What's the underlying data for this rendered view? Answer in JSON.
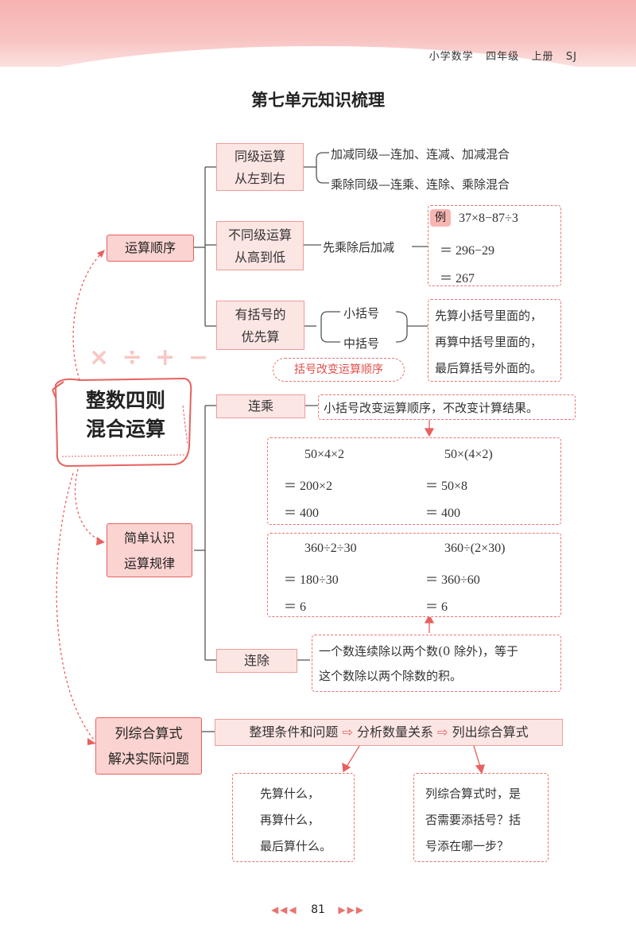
{
  "header": {
    "subject": "小学数学",
    "grade": "四年级",
    "volume": "上册",
    "edition": "SJ"
  },
  "title": "第七单元知识梳理",
  "center": {
    "line1": "整数四则",
    "line2": "混合运算"
  },
  "deco_symbols": "× ÷ + −",
  "branch1": {
    "label": "运算顺序",
    "same_level": {
      "line1": "同级运算",
      "line2": "从左到右",
      "add_sub": "加减同级—连加、连减、加减混合",
      "mul_div": "乘除同级—连乘、连除、乘除混合"
    },
    "diff_level": {
      "line1": "不同级运算",
      "line2": "从高到低",
      "rule": "先乘除后加减",
      "example_tag": "例",
      "ex1": "37×8−87÷3",
      "ex2": "＝ 296−29",
      "ex3": "＝ 267"
    },
    "brackets": {
      "line1": "有括号的",
      "line2": "优先算",
      "small": "小括号",
      "middle": "中括号",
      "explain1": "先算小括号里面的，",
      "explain2": "再算中括号里面的，",
      "explain3": "最后算括号外面的。",
      "note": "括号改变运算顺序"
    }
  },
  "branch2": {
    "line1": "简单认识",
    "line2": "运算规律",
    "mult": {
      "label": "连乘",
      "note": "小括号改变运算顺序，不改变计算结果。",
      "a1": "50×4×2",
      "a2": "＝ 200×2",
      "a3": "＝ 400",
      "b1": "50×(4×2)",
      "b2": "＝ 50×8",
      "b3": "＝ 400"
    },
    "div": {
      "label": "连除",
      "note1": "一个数连续除以两个数(0 除外)，等于",
      "note2": "这个数除以两个除数的积。",
      "a1": "360÷2÷30",
      "a2": "＝ 180÷30",
      "a3": "＝ 6",
      "b1": "360÷(2×30)",
      "b2": "＝ 360÷60",
      "b3": "＝ 6"
    }
  },
  "branch3": {
    "line1": "列综合算式",
    "line2": "解决实际问题",
    "steps": {
      "s1": "整理条件和问题",
      "s2": "分析数量关系",
      "s3": "列出综合算式"
    },
    "left1": "先算什么，",
    "left2": "再算什么，",
    "left3": "最后算什么。",
    "right1": "列综合算式时，是",
    "right2": "否需要添括号？括",
    "right3": "号添在哪一步？"
  },
  "page_number": "81",
  "colors": {
    "accent": "#e7615f",
    "fill": "#fbd3d1",
    "pale": "#fce6e4"
  }
}
